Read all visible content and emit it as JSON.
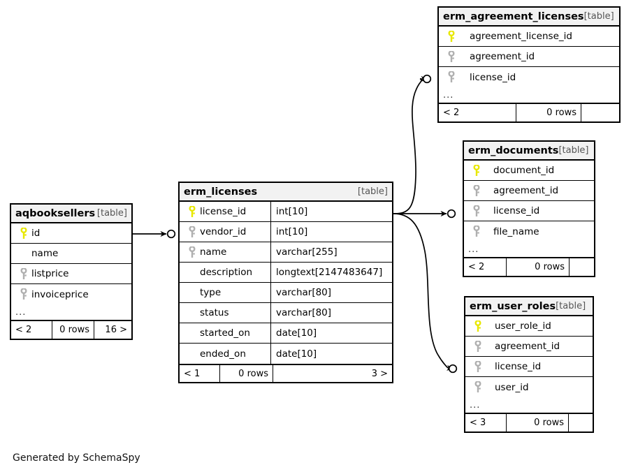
{
  "diagram": {
    "caption": "Generated by SchemaSpy",
    "kind_label": "[table]",
    "ellipsis": "...",
    "rows_suffix": "0 rows",
    "colors": {
      "primary_key": "#e8e800",
      "foreign_key": "#b0b0b0",
      "header_bg": "#f2f2f2",
      "border": "#000000",
      "background": "#ffffff"
    }
  },
  "tables": {
    "aqbooksellers": {
      "name": "aqbooksellers",
      "kind": "[table]",
      "columns": [
        {
          "name": "id",
          "key": "primary",
          "type": ""
        },
        {
          "name": "name",
          "key": "none",
          "type": ""
        },
        {
          "name": "listprice",
          "key": "foreign",
          "type": ""
        },
        {
          "name": "invoiceprice",
          "key": "foreign",
          "type": ""
        }
      ],
      "ellipsis": "...",
      "footer": {
        "left": "< 2",
        "middle": "0 rows",
        "right": "16 >"
      }
    },
    "erm_licenses": {
      "name": "erm_licenses",
      "kind": "[table]",
      "columns": [
        {
          "name": "license_id",
          "key": "primary",
          "type": "int[10]"
        },
        {
          "name": "vendor_id",
          "key": "foreign",
          "type": "int[10]"
        },
        {
          "name": "name",
          "key": "foreign",
          "type": "varchar[255]"
        },
        {
          "name": "description",
          "key": "none",
          "type": "longtext[2147483647]"
        },
        {
          "name": "type",
          "key": "none",
          "type": "varchar[80]"
        },
        {
          "name": "status",
          "key": "none",
          "type": "varchar[80]"
        },
        {
          "name": "started_on",
          "key": "none",
          "type": "date[10]"
        },
        {
          "name": "ended_on",
          "key": "none",
          "type": "date[10]"
        }
      ],
      "footer": {
        "left": "< 1",
        "middle": "0 rows",
        "right": "3 >"
      }
    },
    "erm_agreement_licenses": {
      "name": "erm_agreement_licenses",
      "kind": "[table]",
      "columns": [
        {
          "name": "agreement_license_id",
          "key": "primary",
          "type": ""
        },
        {
          "name": "agreement_id",
          "key": "foreign",
          "type": ""
        },
        {
          "name": "license_id",
          "key": "foreign",
          "type": ""
        }
      ],
      "ellipsis": "...",
      "footer": {
        "left": "< 2",
        "middle": "0 rows",
        "right": ""
      }
    },
    "erm_documents": {
      "name": "erm_documents",
      "kind": "[table]",
      "columns": [
        {
          "name": "document_id",
          "key": "primary",
          "type": ""
        },
        {
          "name": "agreement_id",
          "key": "foreign",
          "type": ""
        },
        {
          "name": "license_id",
          "key": "foreign",
          "type": ""
        },
        {
          "name": "file_name",
          "key": "foreign",
          "type": ""
        }
      ],
      "ellipsis": "...",
      "footer": {
        "left": "< 2",
        "middle": "0 rows",
        "right": ""
      }
    },
    "erm_user_roles": {
      "name": "erm_user_roles",
      "kind": "[table]",
      "columns": [
        {
          "name": "user_role_id",
          "key": "primary",
          "type": ""
        },
        {
          "name": "agreement_id",
          "key": "foreign",
          "type": ""
        },
        {
          "name": "license_id",
          "key": "foreign",
          "type": ""
        },
        {
          "name": "user_id",
          "key": "foreign",
          "type": ""
        }
      ],
      "ellipsis": "...",
      "footer": {
        "left": "< 3",
        "middle": "0 rows",
        "right": ""
      }
    }
  },
  "relationships": [
    {
      "from": "aqbooksellers.id",
      "to": "erm_licenses.vendor_id"
    },
    {
      "from": "erm_licenses.license_id",
      "to": "erm_agreement_licenses.license_id"
    },
    {
      "from": "erm_licenses.license_id",
      "to": "erm_documents.license_id"
    },
    {
      "from": "erm_licenses.license_id",
      "to": "erm_user_roles.license_id"
    }
  ]
}
